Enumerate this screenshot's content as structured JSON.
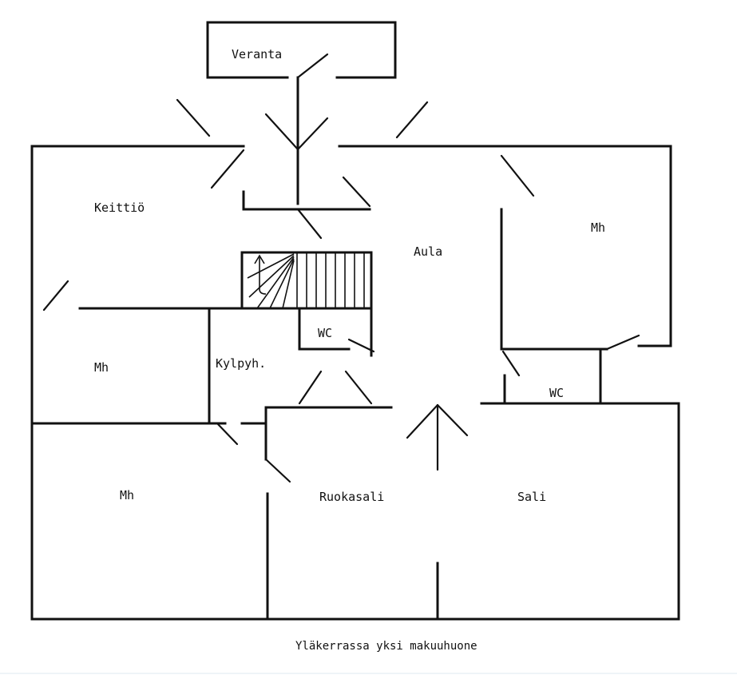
{
  "plan": {
    "rooms": {
      "veranta": "Veranta",
      "keittio": "Keittiö",
      "aula": "Aula",
      "mh_ne": "Mh",
      "wc_center": "WC",
      "mh_w": "Mh",
      "kylpyh": "Kylpyh.",
      "wc_east": "WC",
      "mh_sw": "Mh",
      "ruokasali": "Ruokasali",
      "sali": "Sali"
    },
    "caption": "Yläkerrassa yksi makuuhuone"
  },
  "colors": {
    "ink": "#111111",
    "paper": "#ffffff"
  }
}
